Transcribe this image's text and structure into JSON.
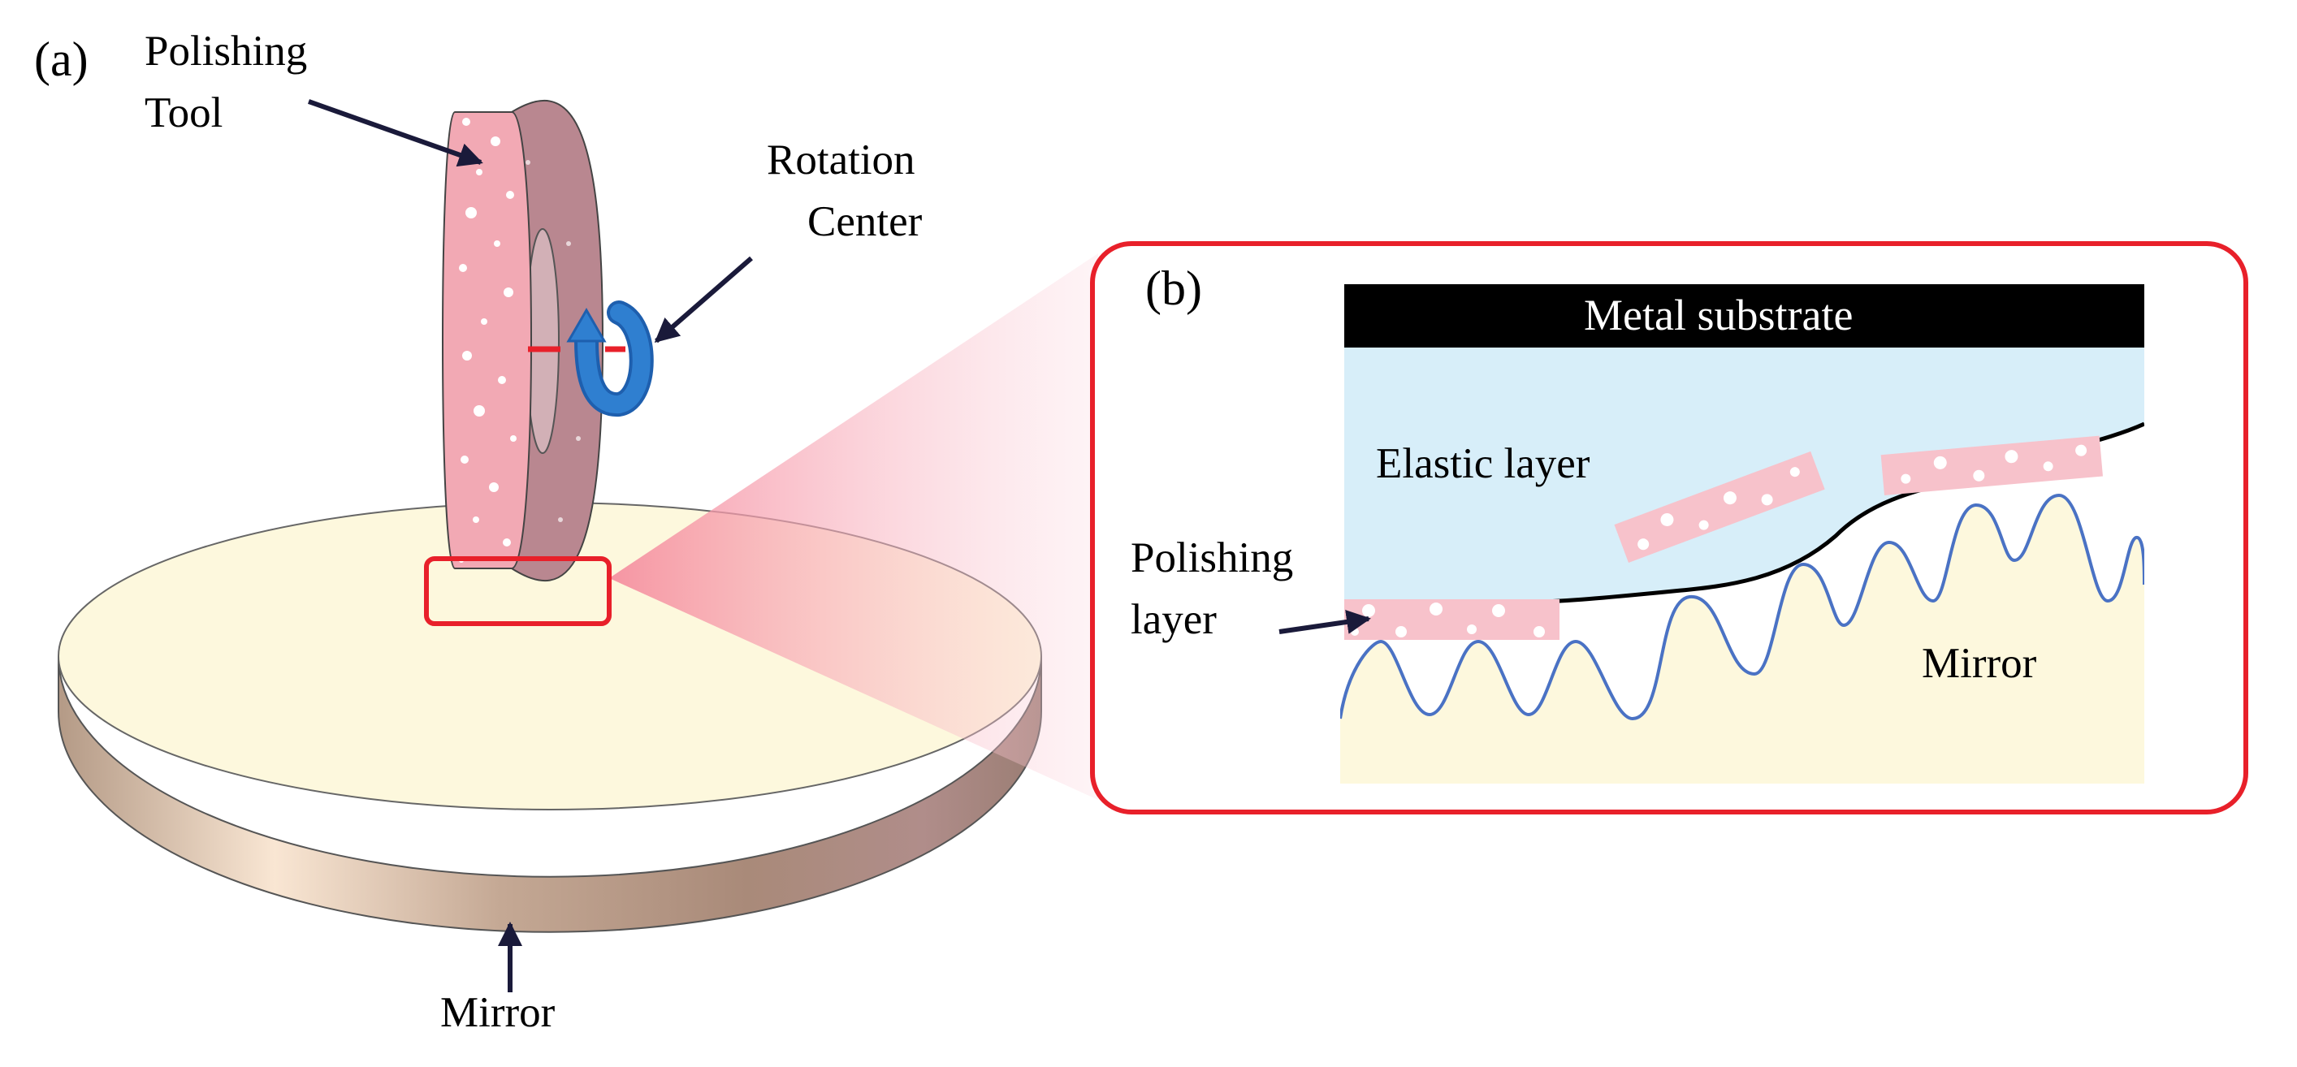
{
  "labels": {
    "panel_a": "(a)",
    "panel_b": "(b)",
    "polishing_tool_line1": "Polishing",
    "polishing_tool_line2": "Tool",
    "rotation_center_line1": "Rotation",
    "rotation_center_line2": "Center",
    "mirror_a": "Mirror",
    "metal_substrate": "Metal substrate",
    "elastic_layer": "Elastic layer",
    "polishing_layer_line1": "Polishing",
    "polishing_layer_line2": "layer",
    "mirror_b": "Mirror"
  },
  "colors": {
    "tool_pink": "#f2a9b4",
    "tool_inner": "#b98790",
    "mirror_top": "#fdf8dd",
    "mirror_side_light": "#f6e2d0",
    "mirror_side_dark": "#a88676",
    "highlight_red": "#e8202a",
    "elastic_blue": "#d7eef9",
    "metal_black": "#000000",
    "pad_pink": "#f7c2cb",
    "wave_blue": "#4a72c4",
    "arrow_navy": "#1a1a3a",
    "rotation_arrow_blue": "#2f7fd0"
  }
}
